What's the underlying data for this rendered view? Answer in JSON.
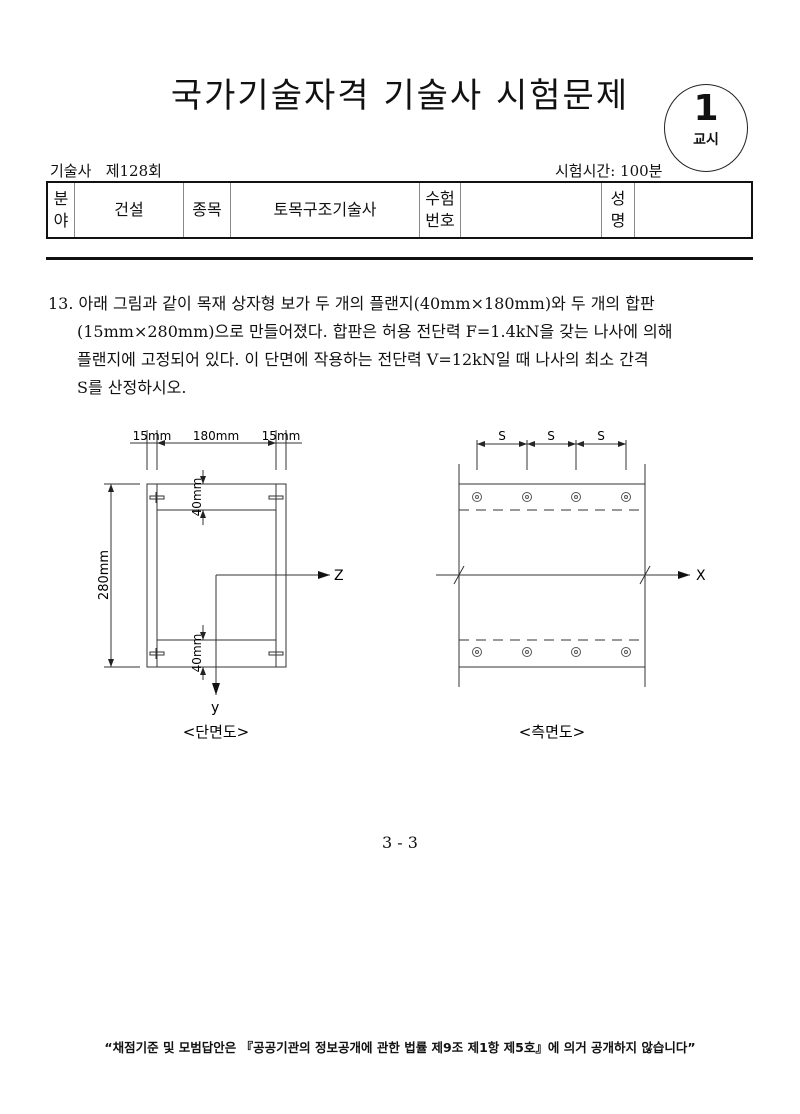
{
  "header": {
    "title": "국가기술자격 기술사 시험문제",
    "period_number": "1",
    "period_label": "교시",
    "round": "기술사   제128회",
    "exam_time": "시험시간: 100분"
  },
  "info_table": {
    "field_label_1": "분",
    "field_label_2": "야",
    "field_value": "건설",
    "item_label": "종목",
    "item_value": "토목구조기술사",
    "exam_no_label_1": "수험",
    "exam_no_label_2": "번호",
    "exam_no_value": "",
    "name_label_1": "성",
    "name_label_2": "명",
    "name_value": ""
  },
  "question": {
    "line1": "13. 아래 그림과 같이 목재 상자형 보가 두 개의 플랜지(40mm×180mm)와 두 개의 합판",
    "line2": "(15mm×280mm)으로 만들어졌다. 합판은 허용 전단력 F=1.4kN을 갖는 나사에 의해",
    "line3": "플랜지에 고정되어 있다. 이 단면에 작용하는 전단력 V=12kN일 때 나사의 최소 간격",
    "line4": "S를 산정하시오."
  },
  "figure_section": {
    "dim_left": "15mm",
    "dim_middle": "180mm",
    "dim_right": "15mm",
    "dim_flange_top": "40mm",
    "dim_flange_bottom": "40mm",
    "dim_height": "280mm",
    "axis_z": "Z",
    "axis_y": "y",
    "caption": "<단면도>"
  },
  "figure_side": {
    "spacing_1": "S",
    "spacing_2": "S",
    "spacing_3": "S",
    "axis_x": "X",
    "caption": "<측면도>"
  },
  "page_number": "3 - 3",
  "footer": "“채점기준 및 모범답안은 『공공기관의 정보공개에 관한 법률 제9조 제1항 제5호』에 의거 공개하지 않습니다”"
}
